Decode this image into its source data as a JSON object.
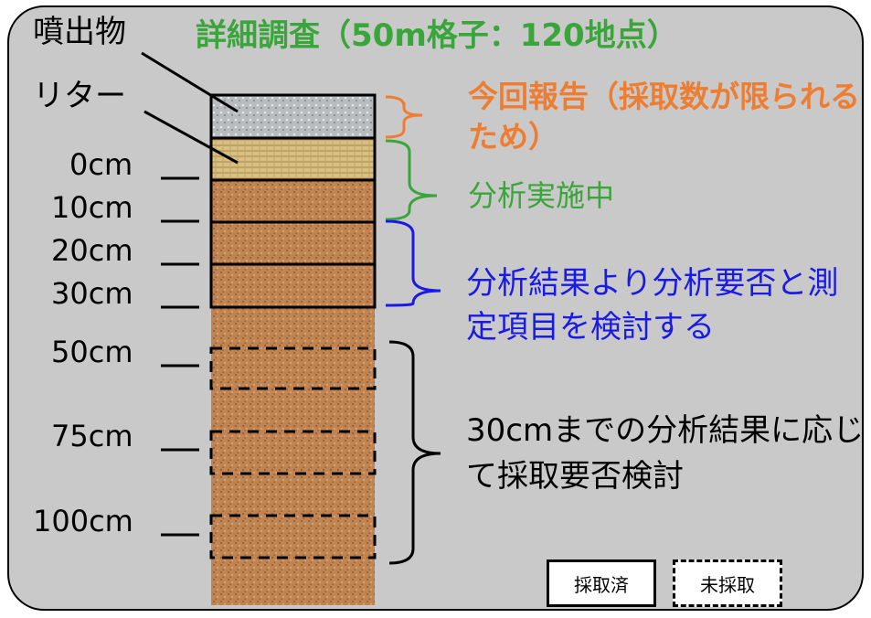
{
  "title": "詳細調査（50m格子：120地点）",
  "labels": {
    "ejecta": "噴出物",
    "litter": "リター"
  },
  "depths": [
    "0cm",
    "10cm",
    "20cm",
    "30cm",
    "50cm",
    "75cm",
    "100cm"
  ],
  "notes": {
    "orange": "今回報告（採取数が限られるため）",
    "green": "分析実施中",
    "blue": "分析結果より分析要否と測定項目を検討する",
    "black": "30cmまでの分析結果に応じて採取要否検討"
  },
  "legend": {
    "sampled": "採取済",
    "unsampled": "未採取"
  },
  "colors": {
    "orange": "#ee7d31",
    "green": "#3aa53a",
    "blue": "#1a1ae6",
    "soil": "#c08552",
    "ejecta": "#b9bcbf",
    "litter": "#d8bf82"
  }
}
